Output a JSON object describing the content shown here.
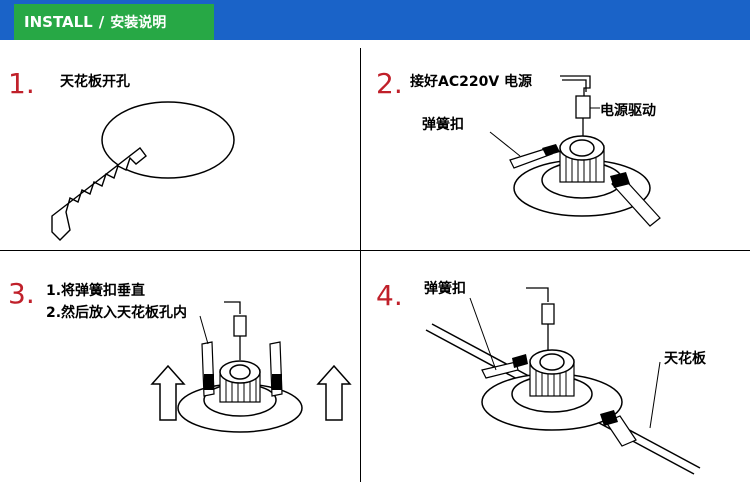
{
  "header": {
    "title_en": "INSTALL",
    "separator": "/",
    "title_cn": "安装说明",
    "bar_color": "#1a63c8",
    "tab_color": "#27a845"
  },
  "step_color": "#c0202a",
  "steps": [
    {
      "number": "1.",
      "labels": [
        "天花板开孔"
      ]
    },
    {
      "number": "2.",
      "labels": [
        "接好AC220V 电源",
        "电源驱动",
        "弹簧扣"
      ]
    },
    {
      "number": "3.",
      "labels": [
        "1.将弹簧扣垂直",
        "2.然后放入天花板孔内"
      ]
    },
    {
      "number": "4.",
      "labels": [
        "弹簧扣",
        "天花板"
      ]
    }
  ]
}
